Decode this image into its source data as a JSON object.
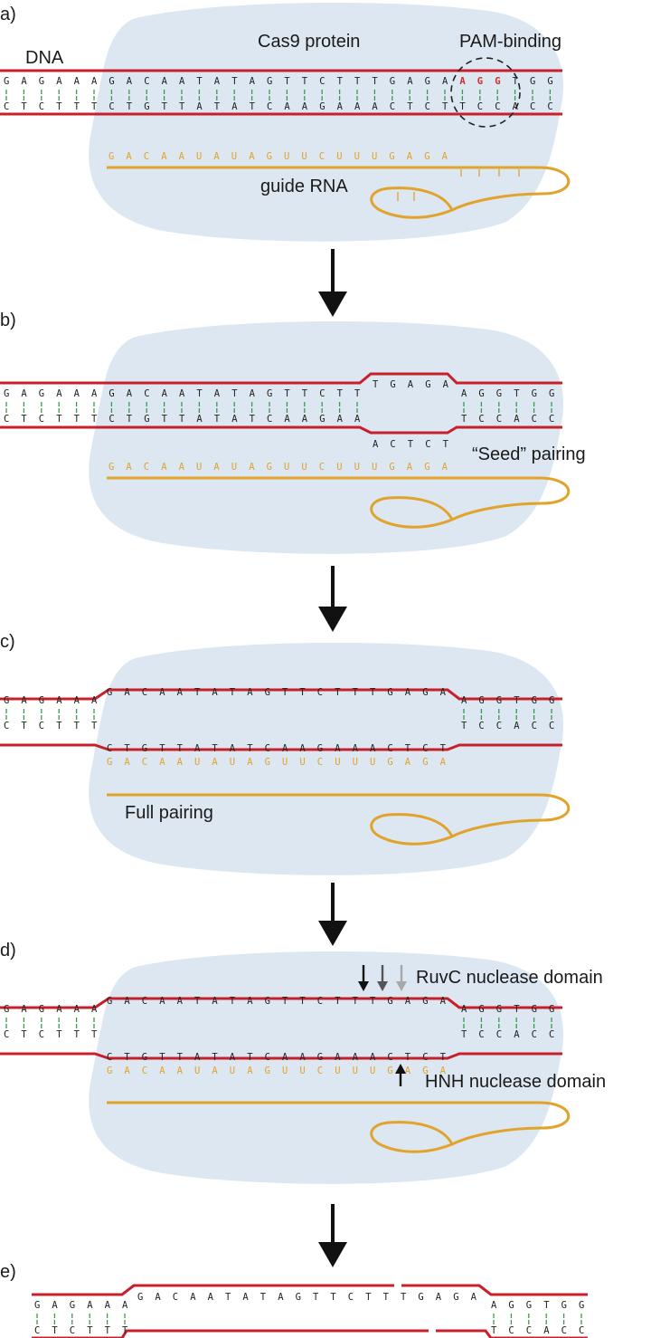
{
  "panel_labels": [
    "a)",
    "b)",
    "c)",
    "d)",
    "e)"
  ],
  "labels": {
    "dna": "DNA",
    "cas9": "Cas9 protein",
    "pam": "PAM-binding",
    "guide_rna": "guide RNA",
    "seed": "“Seed” pairing",
    "full": "Full pairing",
    "ruvc": "RuvC nuclease domain",
    "hnh": "HNH nuclease domain"
  },
  "sequences": {
    "top_strand": "GAGAAAGACAATATAGTTCTTTGAGAAGGTGG",
    "bottom_strand": "CTCTTTCTGTTATATCAAGAAACTCTTCCACC",
    "guide": "GACAAUAUAGUUCUUUGAGA",
    "pam": "AGG",
    "b_top_left": "GAGAAAGACAATATAGTTCTT",
    "b_bubble_top": "TGAGA",
    "b_bubble_bottom": "ACTCT",
    "b_bottom_left": "CTCTTTCTGTTATATCAAGAA",
    "left_top": "GAGAAA",
    "left_bottom": "CTCTTT",
    "target_top": "GACAATATAGTTCTTTGAGA",
    "target_bottom": "CTGTTATATCAAGAAACTCT",
    "right_top": "AGGTGG",
    "right_bottom": "TCCACC"
  },
  "colors": {
    "dna_backbone": "#c8202a",
    "guide_rna": "#e1a32c",
    "protein": "#dce7f1",
    "pairing_tick": "#3a9a4c",
    "pam_letters": "#d42a2a",
    "arrow": "#111111"
  }
}
